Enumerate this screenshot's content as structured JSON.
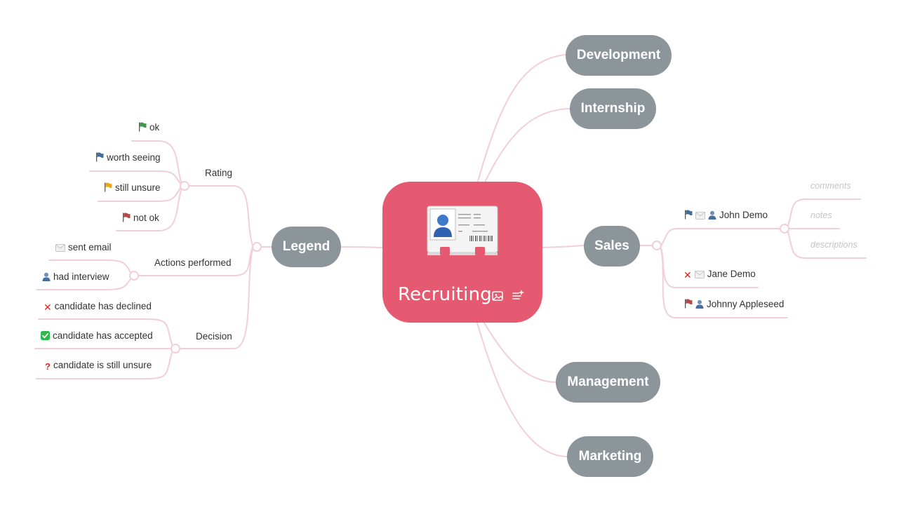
{
  "central": {
    "title": "Recruiting",
    "icons": [
      "contact-card-icon",
      "image-icon",
      "note-add-icon"
    ]
  },
  "colors": {
    "central_fill": "#e55a70",
    "topic_fill": "#8c959a",
    "connector": "#f2cfd6",
    "flag_green": "#3a9a48",
    "flag_blue": "#3f6e9a",
    "flag_yellow": "#e7a91b",
    "flag_red": "#b24a4a",
    "cross_red": "#e0261e",
    "check_green": "#2fb84a"
  },
  "right_topics": {
    "development": "Development",
    "internship": "Internship",
    "sales": {
      "label": "Sales",
      "children": [
        {
          "name": "John Demo",
          "icons": [
            "flag-blue-icon",
            "envelope-icon",
            "person-icon"
          ],
          "placeholders": [
            "comments",
            "notes",
            "descriptions"
          ]
        },
        {
          "name": "Jane Demo",
          "icons": [
            "cross-mark-icon",
            "envelope-icon"
          ]
        },
        {
          "name": "Johnny Appleseed",
          "icons": [
            "flag-red-icon",
            "person-icon"
          ]
        }
      ]
    },
    "management": "Management",
    "marketing": "Marketing"
  },
  "legend": {
    "label": "Legend",
    "rating": {
      "label": "Rating",
      "items": [
        {
          "text": "ok",
          "icon": "flag-green-icon"
        },
        {
          "text": "worth seeing",
          "icon": "flag-blue-icon"
        },
        {
          "text": "still unsure",
          "icon": "flag-yellow-icon"
        },
        {
          "text": "not ok",
          "icon": "flag-red-icon"
        }
      ]
    },
    "actions": {
      "label": "Actions performed",
      "items": [
        {
          "text": "sent email",
          "icon": "envelope-icon"
        },
        {
          "text": "had interview",
          "icon": "person-icon"
        }
      ]
    },
    "decision": {
      "label": "Decision",
      "items": [
        {
          "text": "candidate has declined",
          "icon": "cross-mark-icon"
        },
        {
          "text": "candidate has accepted",
          "icon": "check-box-icon"
        },
        {
          "text": "candidate is still unsure",
          "icon": "question-mark-icon"
        }
      ]
    }
  }
}
